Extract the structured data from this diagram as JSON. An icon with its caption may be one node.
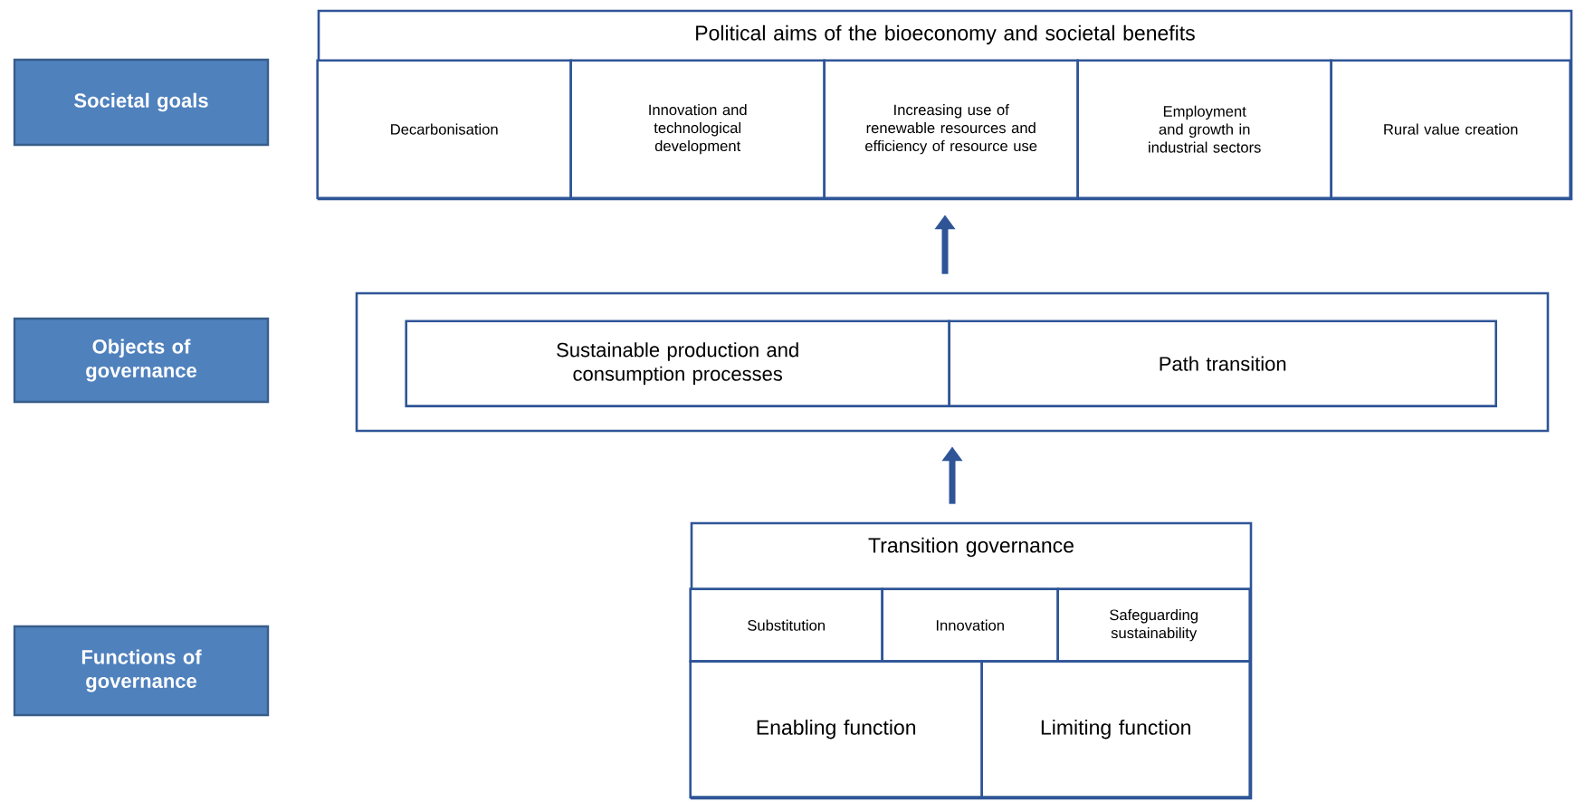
{
  "diagram": {
    "nodes": [
      {
        "text": [
          "Societal goals"
        ]
      },
      {
        "text": [
          "Objects of governance"
        ]
      },
      {
        "text": [
          "Functions of governance"
        ]
      },
      {
        "text": [
          "Political aims of the bioeconomy and societal benefits"
        ]
      },
      {
        "text": [
          "Decarbonisation"
        ],
        "in": 3
      },
      {
        "text": [
          "Innovation and technological development"
        ],
        "in": 3
      },
      {
        "text": [
          "Increasing use of renewable resources and efficiency of resource use"
        ],
        "in": 3
      },
      {
        "text": [
          "Employment and growth in industrial sectors"
        ],
        "in": 3
      },
      {
        "text": [
          "Rural value creation"
        ],
        "in": 3
      },
      {
        "text": [],
        "shape": "box"
      },
      {
        "text": [
          "Sustainable production and consumption processes"
        ],
        "in": 9
      },
      {
        "text": [
          "Path transition"
        ],
        "in": 9
      },
      {
        "text": [
          "Transition governance"
        ]
      },
      {
        "text": [
          "Substitution"
        ],
        "in": 12
      },
      {
        "text": [
          "Innovation"
        ],
        "in": 12
      },
      {
        "text": [
          "Safeguarding sustainability"
        ],
        "in": 12
      },
      {
        "text": [
          "Enabling function"
        ],
        "in": 12
      },
      {
        "text": [
          "Limiting function"
        ],
        "in": 12
      }
    ],
    "edges": [
      {
        "from": 12,
        "to": 9,
        "arrow": "to"
      },
      {
        "from": 9,
        "to": 3,
        "arrow": "to"
      }
    ]
  }
}
